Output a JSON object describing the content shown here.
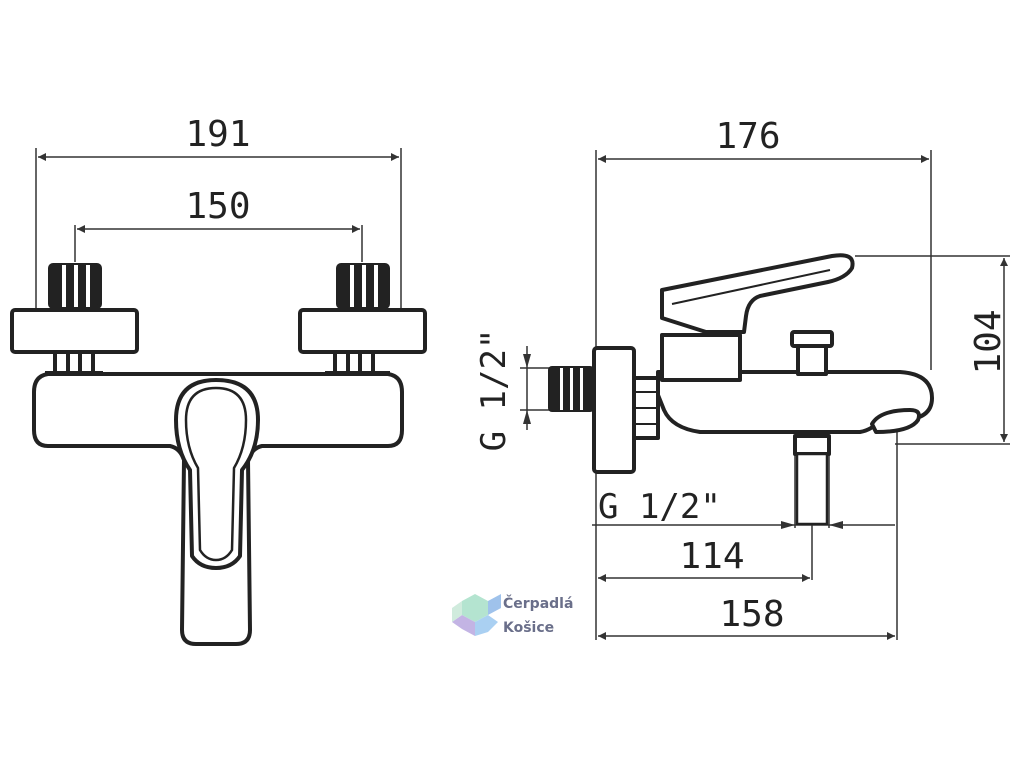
{
  "front_view": {
    "overall_width": "191",
    "inlet_spacing": "150"
  },
  "side_view": {
    "overall_depth": "176",
    "height": "104",
    "inlet_thread": "G 1/2\"",
    "outlet_thread": "G 1/2\"",
    "outlet_distance": "114",
    "spout_reach": "158"
  },
  "watermark": {
    "line1": "Čerpadlá",
    "line2": "Košice"
  },
  "colors": {
    "line": "#222222",
    "dim_line": "#333333",
    "logo_blue": "#8fb8e8",
    "logo_green": "#a8e0c8",
    "logo_purple": "#b9a8e0"
  }
}
